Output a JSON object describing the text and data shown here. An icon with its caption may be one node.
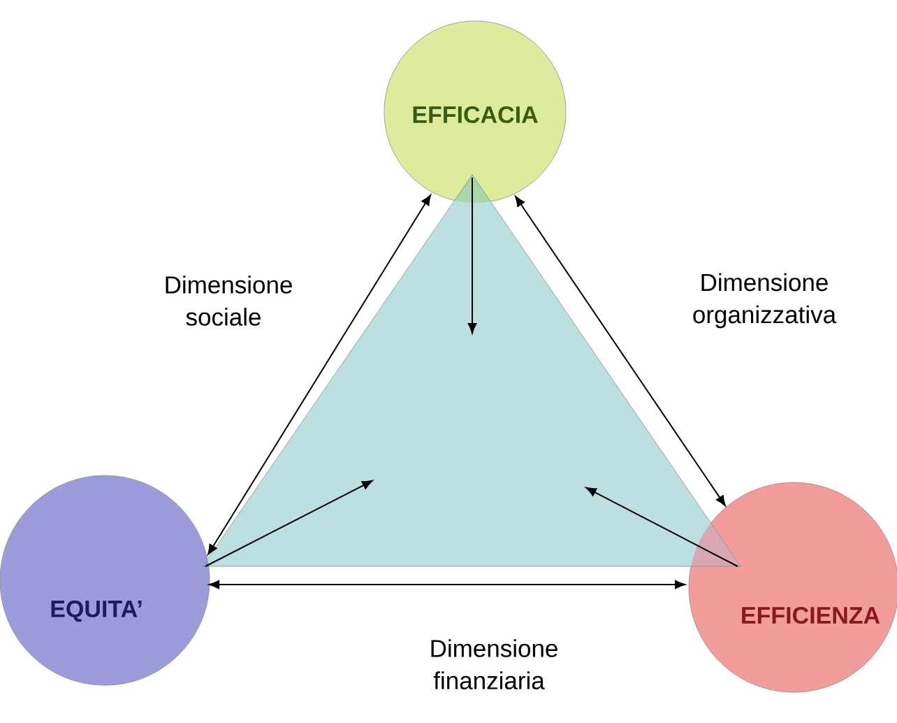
{
  "diagram": {
    "nodes": [
      {
        "text": [
          "EFFICACIA"
        ]
      },
      {
        "text": [
          "EQUITA’"
        ]
      },
      {
        "text": [
          "EFFICIENZA"
        ]
      }
    ],
    "edges": [
      {
        "from": 0,
        "to": 1,
        "arrow": "both",
        "label": "Dimensione sociale"
      },
      {
        "from": 0,
        "to": 2,
        "arrow": "both",
        "label": "Dimensione organizzativa"
      },
      {
        "from": 1,
        "to": 2,
        "arrow": "both",
        "label": "Dimensione finanziaria"
      },
      {
        "from": 0,
        "to": null,
        "arrow": "to"
      },
      {
        "from": 1,
        "to": null,
        "arrow": "to"
      },
      {
        "from": 2,
        "to": null,
        "arrow": "to"
      }
    ]
  }
}
